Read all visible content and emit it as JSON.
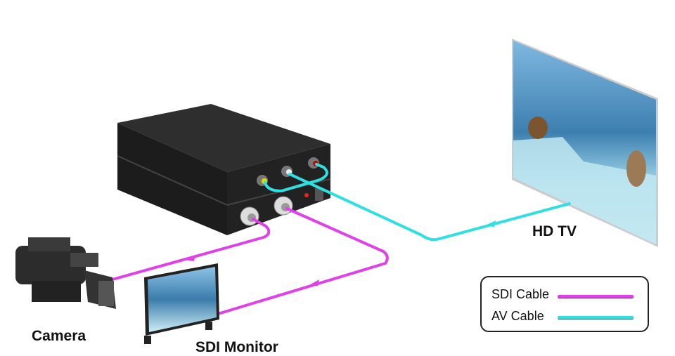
{
  "labels": {
    "hd_tv": "HD TV",
    "camera": "Camera",
    "sdi_monitor": "SDI Monitor"
  },
  "legend": {
    "items": [
      {
        "label": "SDI Cable",
        "color": "#e040e8"
      },
      {
        "label": "AV Cable",
        "color": "#30e0e0"
      }
    ]
  },
  "colors": {
    "sdi_cable": "#e040e8",
    "av_cable": "#30e0e0",
    "device_body": "#262626"
  }
}
